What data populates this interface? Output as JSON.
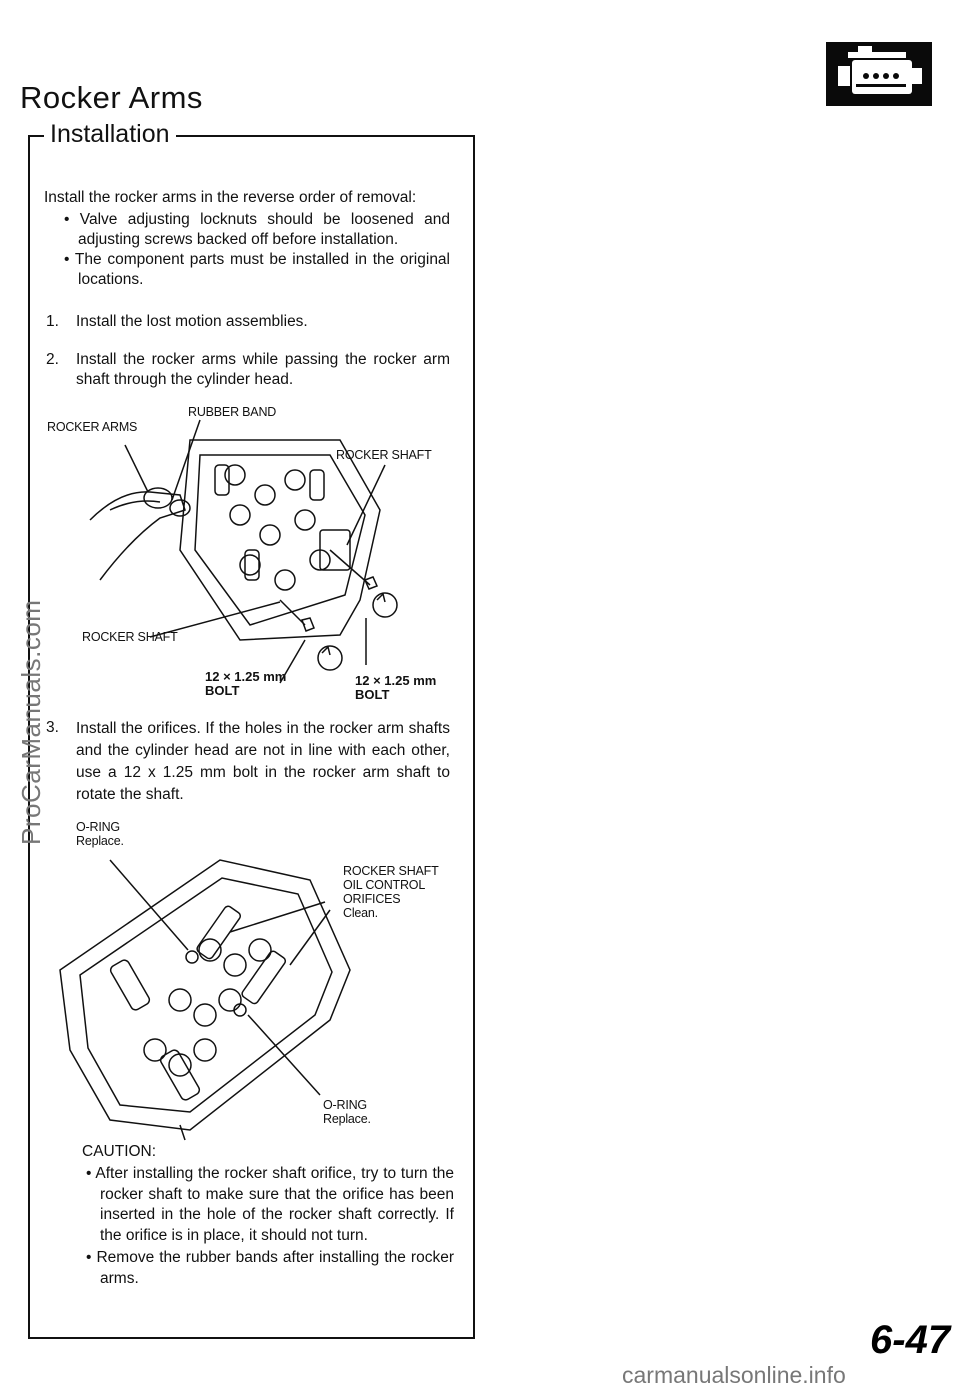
{
  "header": {
    "title": "Rocker Arms"
  },
  "section": {
    "title": "Installation"
  },
  "intro": {
    "text": "Install the rocker arms in the reverse order of removal:",
    "bullets": [
      "• Valve adjusting locknuts should be loosened and adjusting screws backed off before installation.",
      "• The component parts must be installed in the original locations."
    ]
  },
  "steps": [
    {
      "num": "1.",
      "text": "Install the lost motion assemblies."
    },
    {
      "num": "2.",
      "text": "Install the rocker arms while passing the rocker arm shaft through the cylinder head."
    },
    {
      "num": "3.",
      "text": "Install the orifices. If the holes in the rocker arm shafts and the cylinder head are not in line with each other, use a 12 x 1.25 mm bolt in the rocker arm shaft to rotate the shaft."
    }
  ],
  "figure1": {
    "labels": {
      "rocker_arms": "ROCKER ARMS",
      "rubber_band": "RUBBER BAND",
      "rocker_shaft_right": "ROCKER SHAFT",
      "rocker_shaft_left": "ROCKER SHAFT",
      "bolt_left": "12 × 1.25 mm\nBOLT",
      "bolt_right": "12 × 1.25 mm\nBOLT"
    }
  },
  "figure2": {
    "labels": {
      "oring_top": "O-RING\nReplace.",
      "orifices": "ROCKER SHAFT\nOIL CONTROL\nORIFICES\nClean.",
      "oring_bottom": "O-RING\nReplace."
    }
  },
  "caution": {
    "heading": "CAUTION:",
    "bullets": [
      "• After installing the rocker shaft orifice, try to turn the rocker shaft to make sure that the orifice has been inserted in the hole of the rocker shaft correctly. If the orifice is in place, it should not turn.",
      "• Remove the rubber bands after installing the rocker arms."
    ]
  },
  "footer": {
    "page_number": "6-47",
    "watermark_side": "ProCarManuals.com",
    "watermark_bottom": "carmanualsonline.info"
  },
  "icons": {
    "engine_badge": "engine-icon"
  },
  "colors": {
    "ink": "#111111",
    "badge": "#0a0a0a",
    "watermark": "#777777"
  }
}
